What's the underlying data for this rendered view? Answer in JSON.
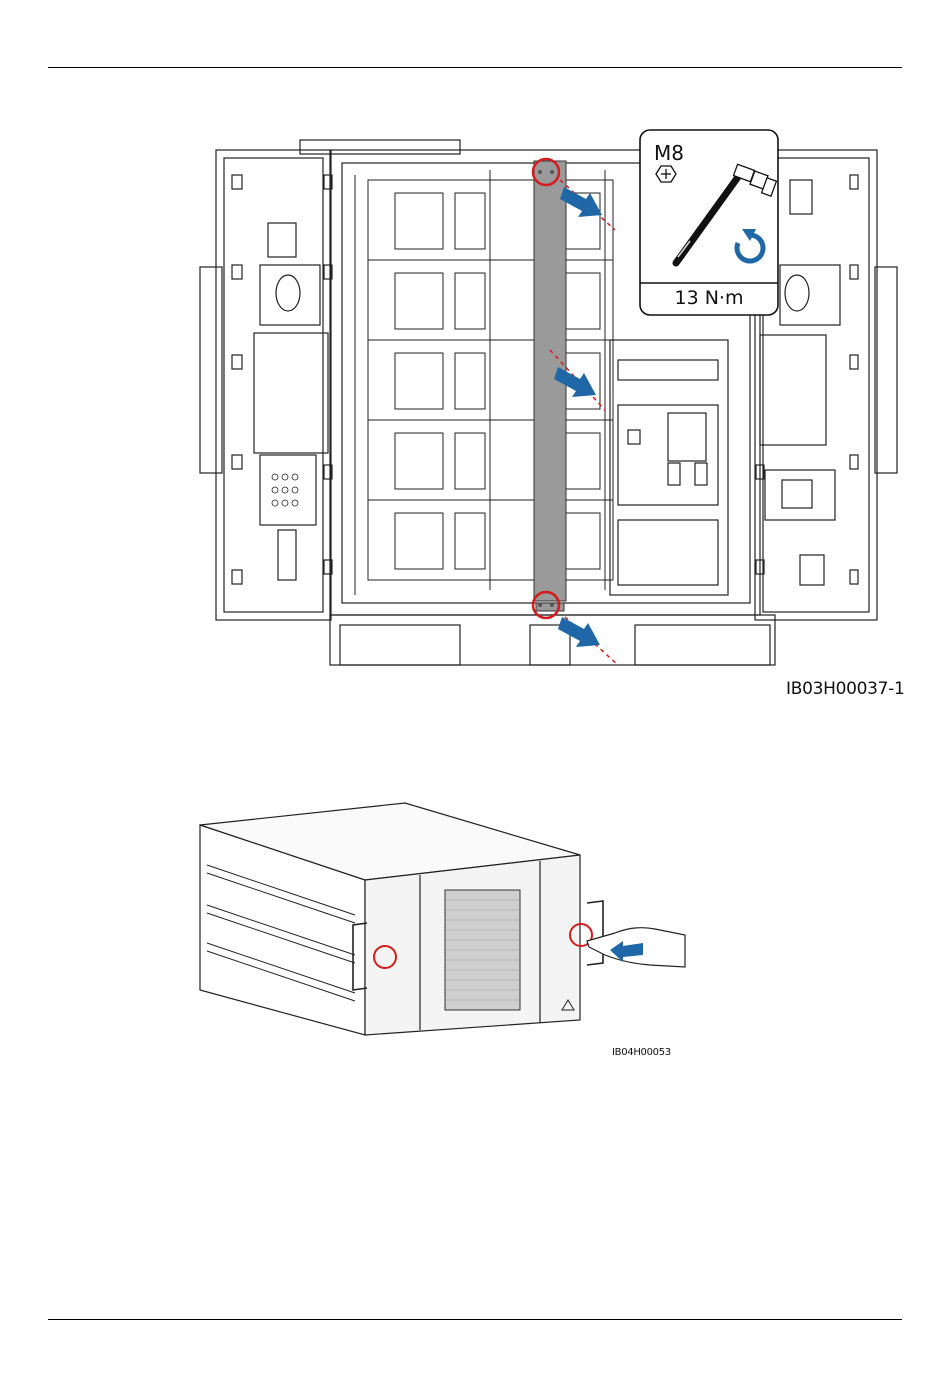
{
  "figure1": {
    "caption": "IB03H00037-1",
    "callout": {
      "bolt_size": "M8",
      "torque": "13 N·m"
    },
    "icons": [
      "phillips-bolt-icon",
      "torque-wrench-icon",
      "rotate-clockwise-icon",
      "removal-arrow-icon"
    ],
    "colors": {
      "arrow": "#1f67a6",
      "highlight_circle": "#d41c1c",
      "bar": "#9a9a9a"
    }
  },
  "figure2": {
    "caption": "IB04H00053",
    "icons": [
      "hand-press-icon",
      "push-arrow-icon"
    ],
    "colors": {
      "arrow": "#1f67a6",
      "highlight_circle": "#d41c1c"
    }
  }
}
